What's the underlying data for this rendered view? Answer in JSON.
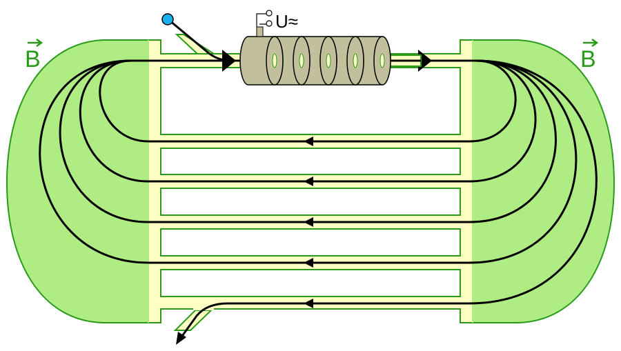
{
  "labels": {
    "field_left": "B",
    "field_right": "B",
    "voltage": "U≈"
  },
  "colors": {
    "magnet_fill": "#b0ec84",
    "outline": "#2a9a1a",
    "vacuum_fill": "#ffffc4",
    "source": "#1ab0ef",
    "cavity": "#c2c09c",
    "beam": "#000000"
  },
  "orbits": 5
}
